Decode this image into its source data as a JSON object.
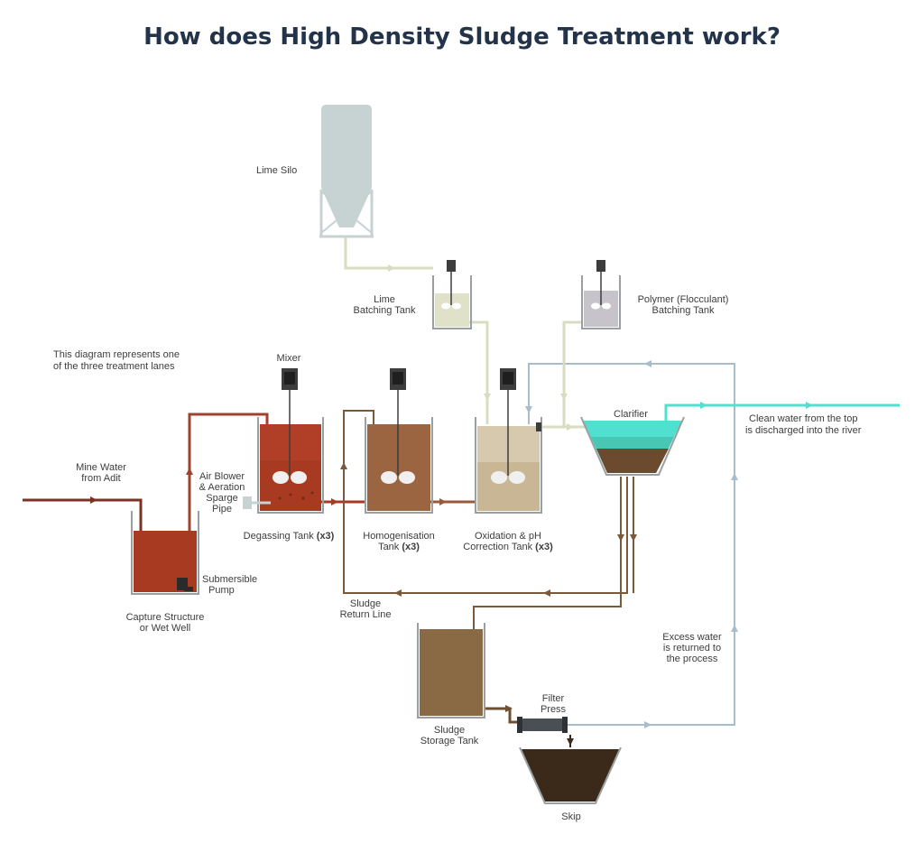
{
  "title": "How does High Density Sludge Treatment work?",
  "colors": {
    "mine_water": "#8a3a26",
    "degassing": "#a93a22",
    "homogenisation": "#9a6540",
    "oxidation": "#c9b695",
    "lime": "#d8dcc0",
    "polymer": "#c6c3cb",
    "clean_water": "#4fe0cf",
    "return_water": "#a8bccb",
    "sludge": "#6e4f30",
    "storage": "#8a6a45",
    "skip": "#3b2a1a",
    "tank_wall": "#9aa0a2",
    "silo": "#c7d2d2"
  },
  "labels": {
    "lime_silo": "Lime Silo",
    "lime_batching": [
      "Lime",
      "Batching Tank"
    ],
    "polymer_batching": [
      "Polymer (Flocculant)",
      "Batching Tank"
    ],
    "lane_note": [
      "This diagram represents one",
      "of the three treatment lanes"
    ],
    "mixer": "Mixer",
    "mine_water": [
      "Mine Water",
      "from Adit"
    ],
    "air_blower": [
      "Air Blower",
      "& Aeration",
      "Sparge",
      "Pipe"
    ],
    "degassing_tank": "Degassing Tank",
    "homogenisation_tank": [
      "Homogenisation",
      "Tank"
    ],
    "oxidation_tank": [
      "Oxidation & pH",
      "Correction Tank"
    ],
    "x3": "(x3)",
    "clarifier": "Clarifier",
    "clean_water": [
      "Clean water from the top",
      "is discharged into the river"
    ],
    "submersible_pump": [
      "Submersible",
      "Pump"
    ],
    "capture_structure": [
      "Capture Structure",
      "or Wet Well"
    ],
    "sludge_return": [
      "Sludge",
      "Return Line"
    ],
    "excess_water": [
      "Excess water",
      "is returned to",
      "the process"
    ],
    "filter_press": [
      "Filter",
      "Press"
    ],
    "sludge_storage": [
      "Sludge",
      "Storage Tank"
    ],
    "skip": "Skip"
  }
}
